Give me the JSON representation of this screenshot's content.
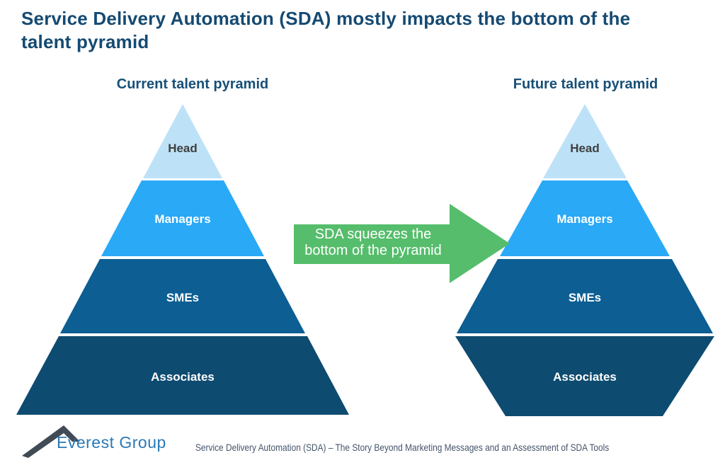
{
  "title": {
    "line1": "Service Delivery Automation (SDA) mostly impacts the bottom of the",
    "line2": "talent pyramid"
  },
  "pyramids": {
    "current": {
      "heading": "Current talent pyramid",
      "layers": [
        {
          "label": "Head"
        },
        {
          "label": "Managers"
        },
        {
          "label": "SMEs"
        },
        {
          "label": "Associates"
        }
      ]
    },
    "future": {
      "heading": "Future talent pyramid",
      "layers": [
        {
          "label": "Head"
        },
        {
          "label": "Managers"
        },
        {
          "label": "SMEs"
        },
        {
          "label": "Associates"
        }
      ]
    }
  },
  "arrow": {
    "label_line1": "SDA squeezes the",
    "label_line2": "bottom of the pyramid"
  },
  "footer": {
    "logo_text": "Everest Group",
    "caption": "Service Delivery Automation (SDA) – The Story Beyond Marketing Messages and an Assessment of SDA Tools"
  },
  "colors": {
    "title": "#154A72",
    "heading": "#175078",
    "layer_head": "#BDE2F8",
    "layer_managers": "#2AA9F7",
    "layer_smes": "#0C5E93",
    "layer_associates": "#0E4B70",
    "arrow_green": "#55BD6B",
    "head_label": "#3F3F3F",
    "layer_label": "#FFFFFF",
    "footer_text": "#44546A",
    "logo_text": "#2B79B5",
    "logo_peak": "#414B55"
  }
}
